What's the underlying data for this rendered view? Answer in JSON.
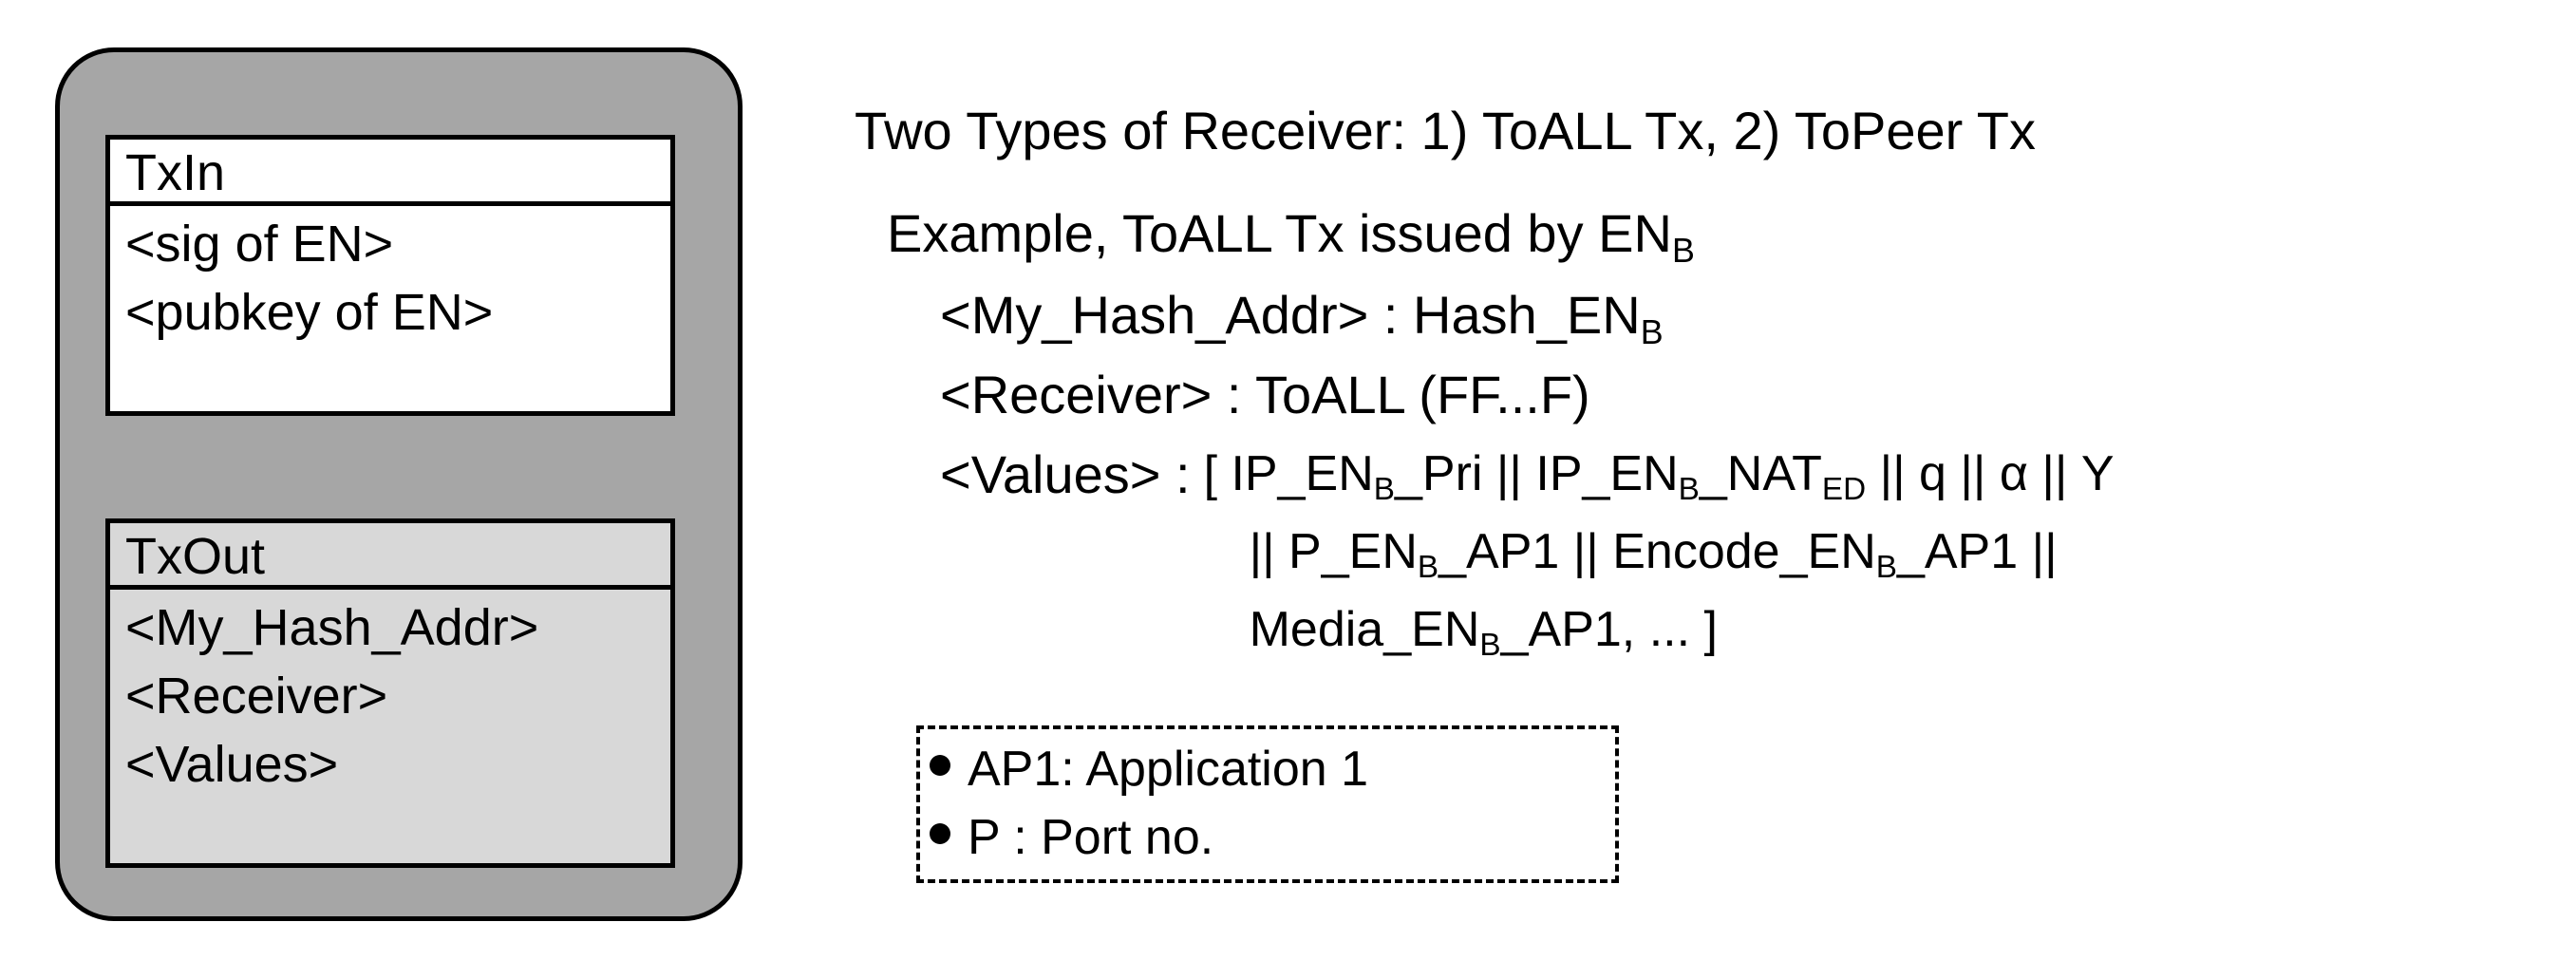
{
  "tx_container": {
    "txin": {
      "header": "TxIn",
      "rows": [
        "<sig of EN>",
        "<pubkey of EN>"
      ]
    },
    "txout": {
      "header": "TxOut",
      "rows": [
        "<My_Hash_Addr>",
        "<Receiver>",
        "<Values>"
      ]
    }
  },
  "explanation": {
    "title": "Two Types of Receiver: 1) ToALL Tx,  2) ToPeer Tx",
    "example_heading": {
      "prefix": "Example, ToALL Tx issued by EN",
      "sub": "B"
    },
    "fields": [
      {
        "label": "<My_Hash_Addr> : Hash_EN",
        "sub": "B",
        "suffix": ""
      },
      {
        "label": "<Receiver> : ToALL (FF...F)",
        "sub": "",
        "suffix": ""
      }
    ],
    "values": {
      "label": "<Values> :",
      "line1_a": "[ IP_EN",
      "line1_sub1": "B",
      "line1_b": "_Pri || IP_EN",
      "line1_sub2": "B",
      "line1_c": "_NAT",
      "line1_sub3": "ED",
      "line1_d": " || q || α || Y",
      "line2_a": "|| P_EN",
      "line2_sub1": "B",
      "line2_b": "_AP1 || Encode_EN",
      "line2_sub2": "B",
      "line2_c": "_AP1 ||",
      "line3_a": "Media_EN",
      "line3_sub1": "B",
      "line3_b": "_AP1,  ... ]"
    }
  },
  "legend": {
    "items": [
      "AP1: Application 1",
      "P : Port no."
    ]
  },
  "colors": {
    "container_fill": "#a6a6a6",
    "txin_fill": "#ffffff",
    "txout_fill": "#d8d8d8",
    "stroke": "#000000",
    "page_background": "#ffffff"
  }
}
